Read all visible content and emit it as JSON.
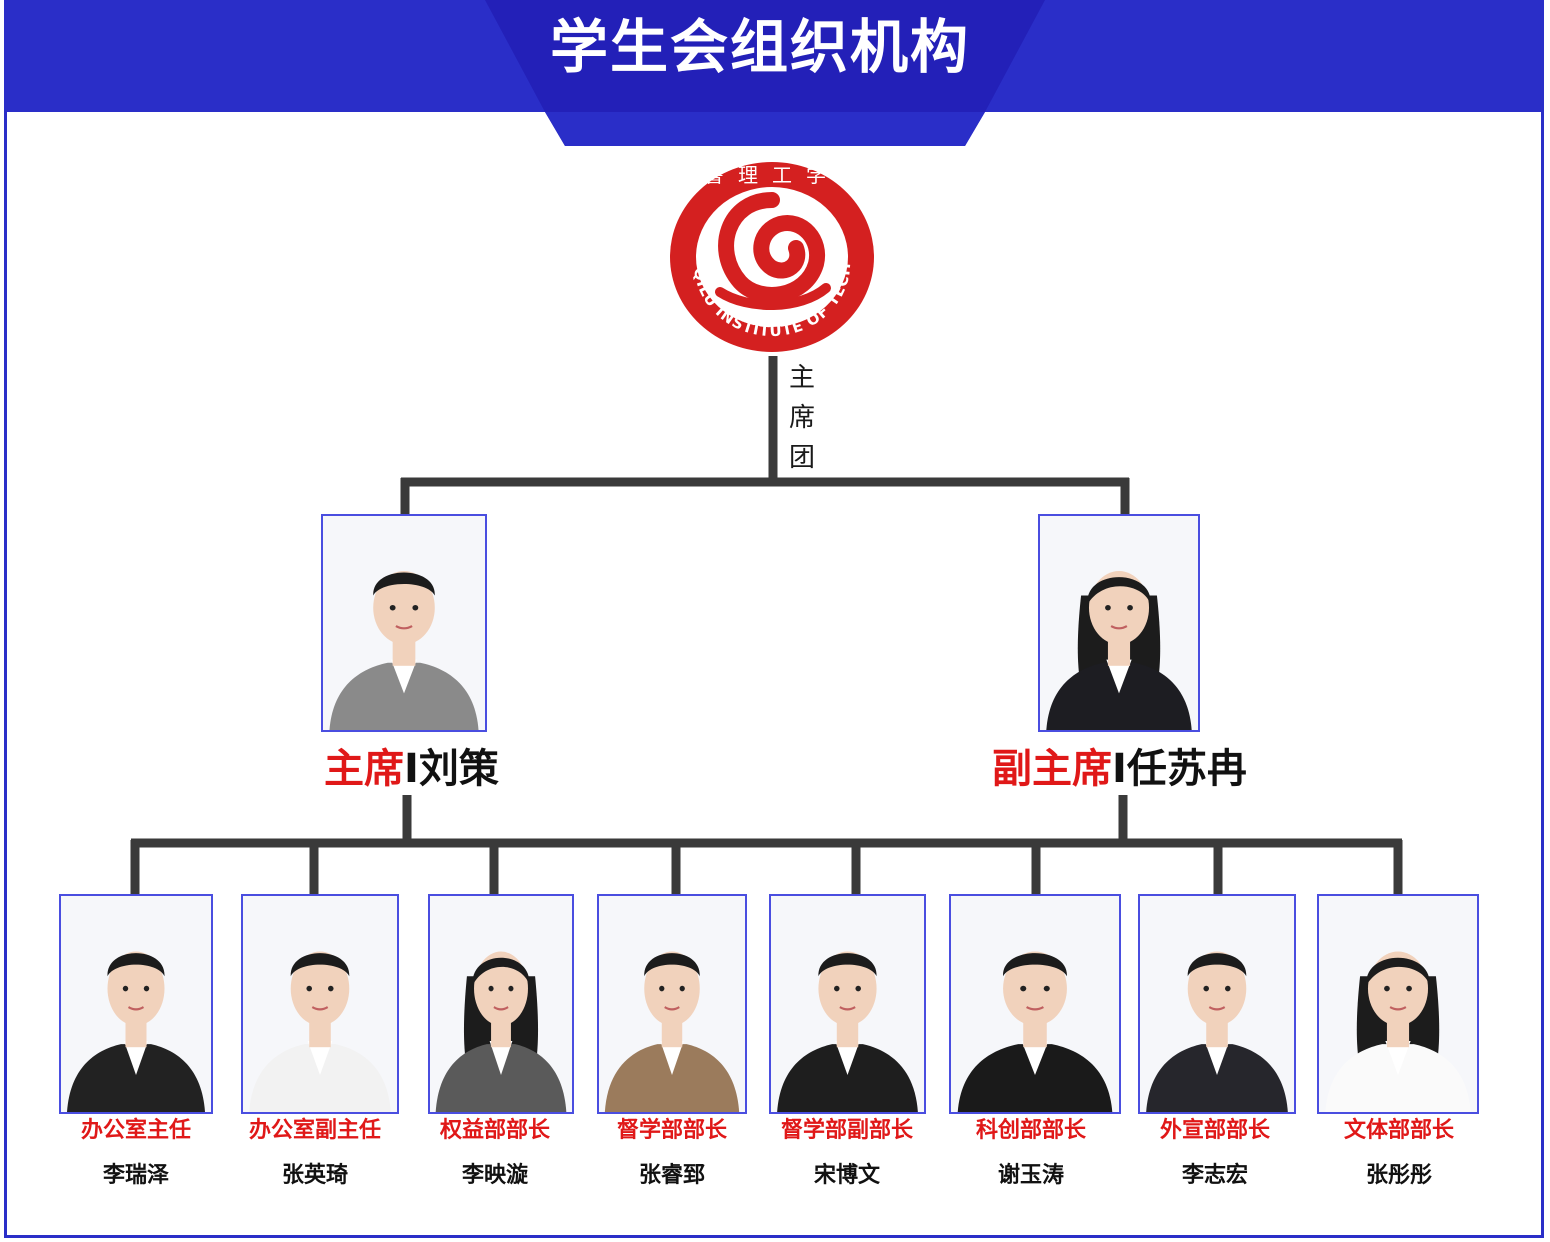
{
  "header": {
    "title": "学生会组织机构"
  },
  "logo": {
    "name": "QILU INSTITUTE OF TECHNOLOGY",
    "cn_name": "齐鲁理工学院"
  },
  "presidium": {
    "label_chars": [
      "主",
      "席",
      "团"
    ]
  },
  "leaders": [
    {
      "role": "主席",
      "separator": "I",
      "name": "刘策",
      "gender": "male",
      "shirt": "#8a8a8a"
    },
    {
      "role": "副主席",
      "separator": "I",
      "name": "任苏冉",
      "gender": "female",
      "shirt": "#1d1d22"
    }
  ],
  "members": [
    {
      "role": "办公室主任",
      "name": "李瑞泽",
      "gender": "male",
      "shirt": "#222222"
    },
    {
      "role": "办公室副主任",
      "name": "张英琦",
      "gender": "male",
      "shirt": "#f2f2f2"
    },
    {
      "role": "权益部部长",
      "name": "李映漩",
      "gender": "female",
      "shirt": "#5a5a5a"
    },
    {
      "role": "督学部部长",
      "name": "张睿郅",
      "gender": "male",
      "shirt": "#9b7b5c"
    },
    {
      "role": "督学部副部长",
      "name": "宋博文",
      "gender": "male",
      "shirt": "#1e1e1e"
    },
    {
      "role": "科创部部长",
      "name": "谢玉涛",
      "gender": "male",
      "shirt": "#1a1a1a"
    },
    {
      "role": "外宣部部长",
      "name": "李志宏",
      "gender": "male",
      "shirt": "#26262c"
    },
    {
      "role": "文体部部长",
      "name": "张彤彤",
      "gender": "female",
      "shirt": "#fafafa"
    }
  ],
  "colors": {
    "brand_blue": "#2a2ec8",
    "role_red": "#e01818",
    "seal_red": "#d42020",
    "connector": "#3a3a3a"
  }
}
